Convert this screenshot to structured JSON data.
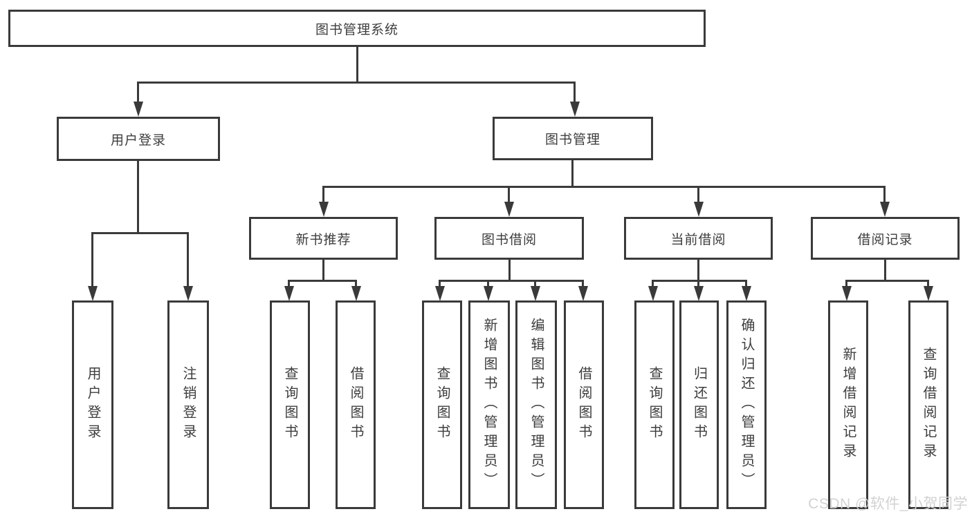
{
  "diagram": {
    "type": "hierarchy-tree",
    "nodes": {
      "root": "图书管理系统",
      "level2": [
        "用户登录",
        "图书管理"
      ],
      "level3": [
        "新书推荐",
        "图书借阅",
        "当前借阅",
        "借阅记录"
      ],
      "leaves": [
        "用户登录",
        "注销登录",
        "查询图书",
        "借阅图书",
        "查询图书",
        "新增图书（管理员）",
        "编辑图书（管理员）",
        "借阅图书",
        "查询图书",
        "归还图书",
        "确认归还（管理员）",
        "新增借阅记录",
        "查询借阅记录"
      ]
    },
    "edges": [
      {
        "from": "图书管理系统",
        "to": [
          "用户登录",
          "图书管理"
        ]
      },
      {
        "from": "用户登录",
        "to": [
          "用户登录",
          "注销登录"
        ]
      },
      {
        "from": "图书管理",
        "to": [
          "新书推荐",
          "图书借阅",
          "当前借阅",
          "借阅记录"
        ]
      },
      {
        "from": "新书推荐",
        "to": [
          "查询图书",
          "借阅图书"
        ]
      },
      {
        "from": "图书借阅",
        "to": [
          "查询图书",
          "新增图书（管理员）",
          "编辑图书（管理员）",
          "借阅图书"
        ]
      },
      {
        "from": "当前借阅",
        "to": [
          "查询图书",
          "归还图书",
          "确认归还（管理员）"
        ]
      },
      {
        "from": "借阅记录",
        "to": [
          "新增借阅记录",
          "查询借阅记录"
        ]
      }
    ],
    "colors": {
      "line": "#3a3a3a",
      "text": "#3d3d3d",
      "box_fill": "#ffffff",
      "background": "#ffffff",
      "watermark": "#d2d2d2"
    }
  },
  "watermark": {
    "text": "CSDN @软件_小贺同学"
  }
}
